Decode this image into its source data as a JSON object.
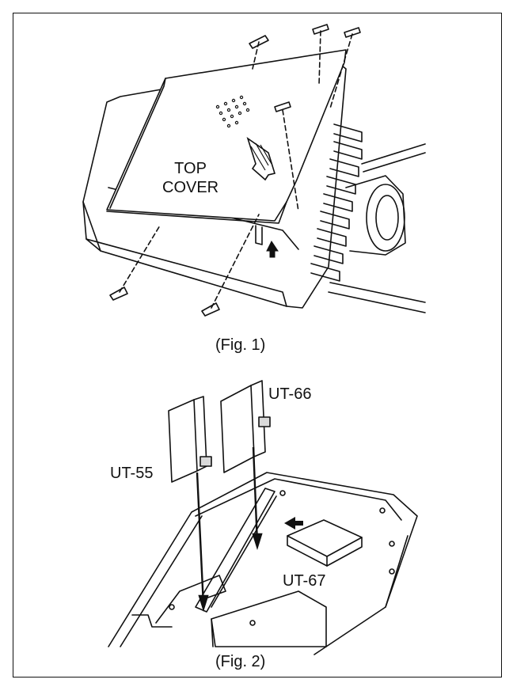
{
  "figure1": {
    "caption": "(Fig. 1)",
    "label_line1": "TOP",
    "label_line2": "COVER"
  },
  "figure2": {
    "caption": "(Fig. 2)",
    "units": {
      "ut66": "UT-66",
      "ut55": "UT-55",
      "ut67": "UT-67"
    }
  },
  "colors": {
    "line": "#111111",
    "paper": "#ffffff",
    "shade": "#d9d9d9"
  }
}
